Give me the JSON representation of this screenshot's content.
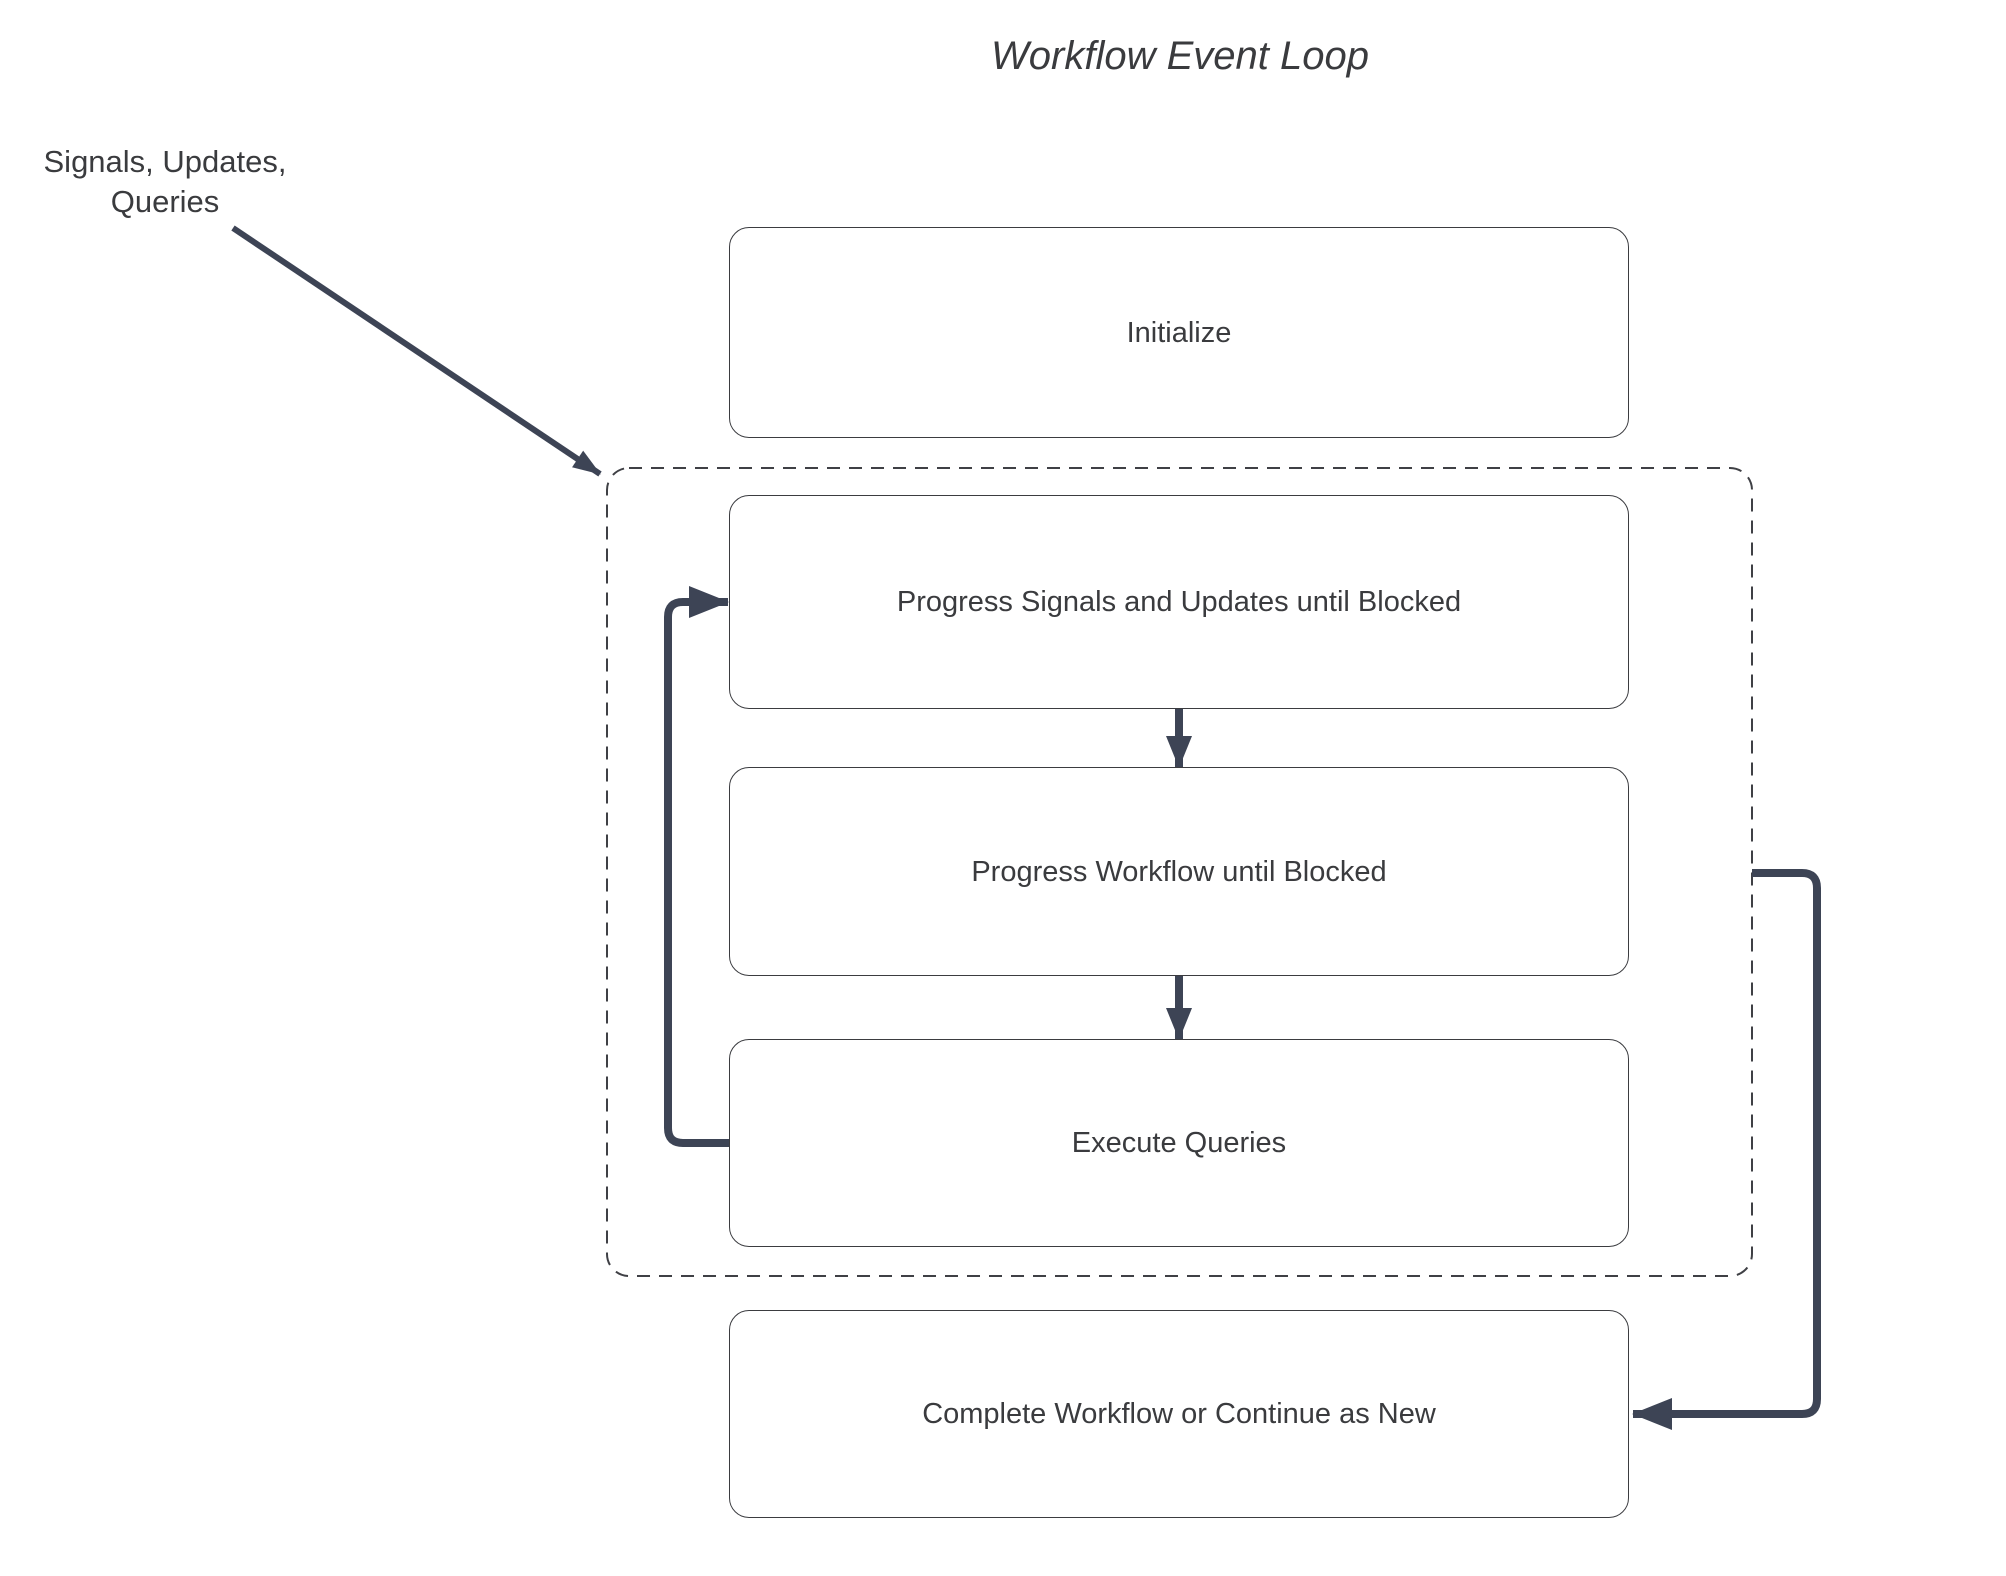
{
  "diagram": {
    "title": "Workflow Event Loop",
    "input_label": "Signals, Updates,\nQueries",
    "nodes": {
      "initialize": "Initialize",
      "progress_signals": "Progress Signals and Updates until Blocked",
      "progress_workflow": "Progress Workflow until Blocked",
      "execute_queries": "Execute Queries",
      "complete": "Complete Workflow or Continue as New"
    },
    "colors": {
      "connector": "#3d4455",
      "box_border": "#3b3c40",
      "text": "#3a3b3e",
      "dashed_border": "#3f4045",
      "background": "#ffffff"
    }
  }
}
